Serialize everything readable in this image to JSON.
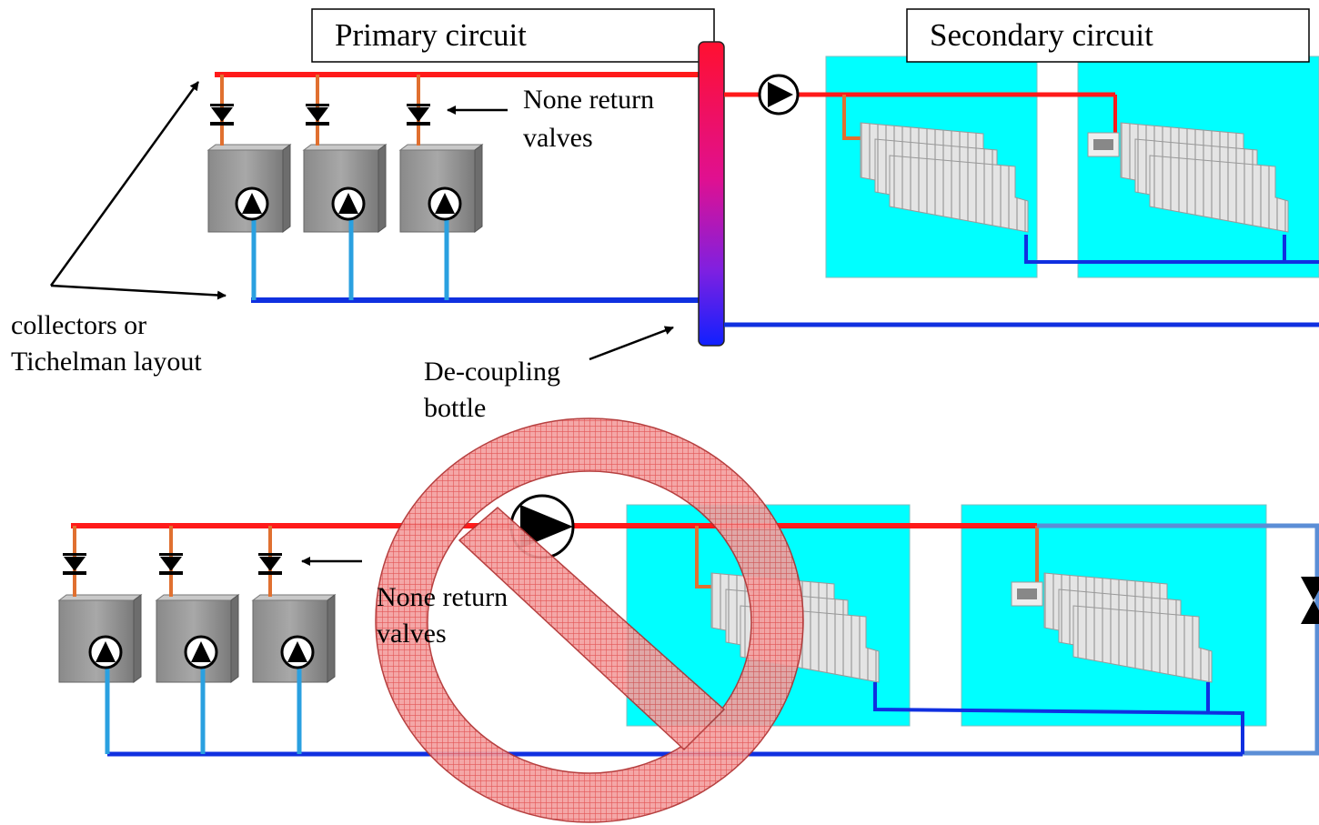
{
  "labels": {
    "primary_circuit": "Primary circuit",
    "secondary_circuit": "Secondary circuit",
    "none_return_valves_top": [
      "None return",
      "valves"
    ],
    "collectors": [
      "collectors or",
      "Tichelman layout"
    ],
    "decoupling": [
      "De-coupling",
      "bottle"
    ],
    "none_return_valves_bottom": [
      "None return",
      "valves"
    ]
  },
  "colors": {
    "supply": "#ff1a1a",
    "return": "#1030e0",
    "riser_return": "#2aa0e0",
    "branch": "#e07030",
    "room": "#00ffff",
    "prohibition": "#e02020"
  },
  "icons": [
    "boiler-icon",
    "pump-icon",
    "check-valve-icon",
    "radiator-icon",
    "thermostatic-valve-icon",
    "prohibited-icon",
    "arrow-icon"
  ]
}
